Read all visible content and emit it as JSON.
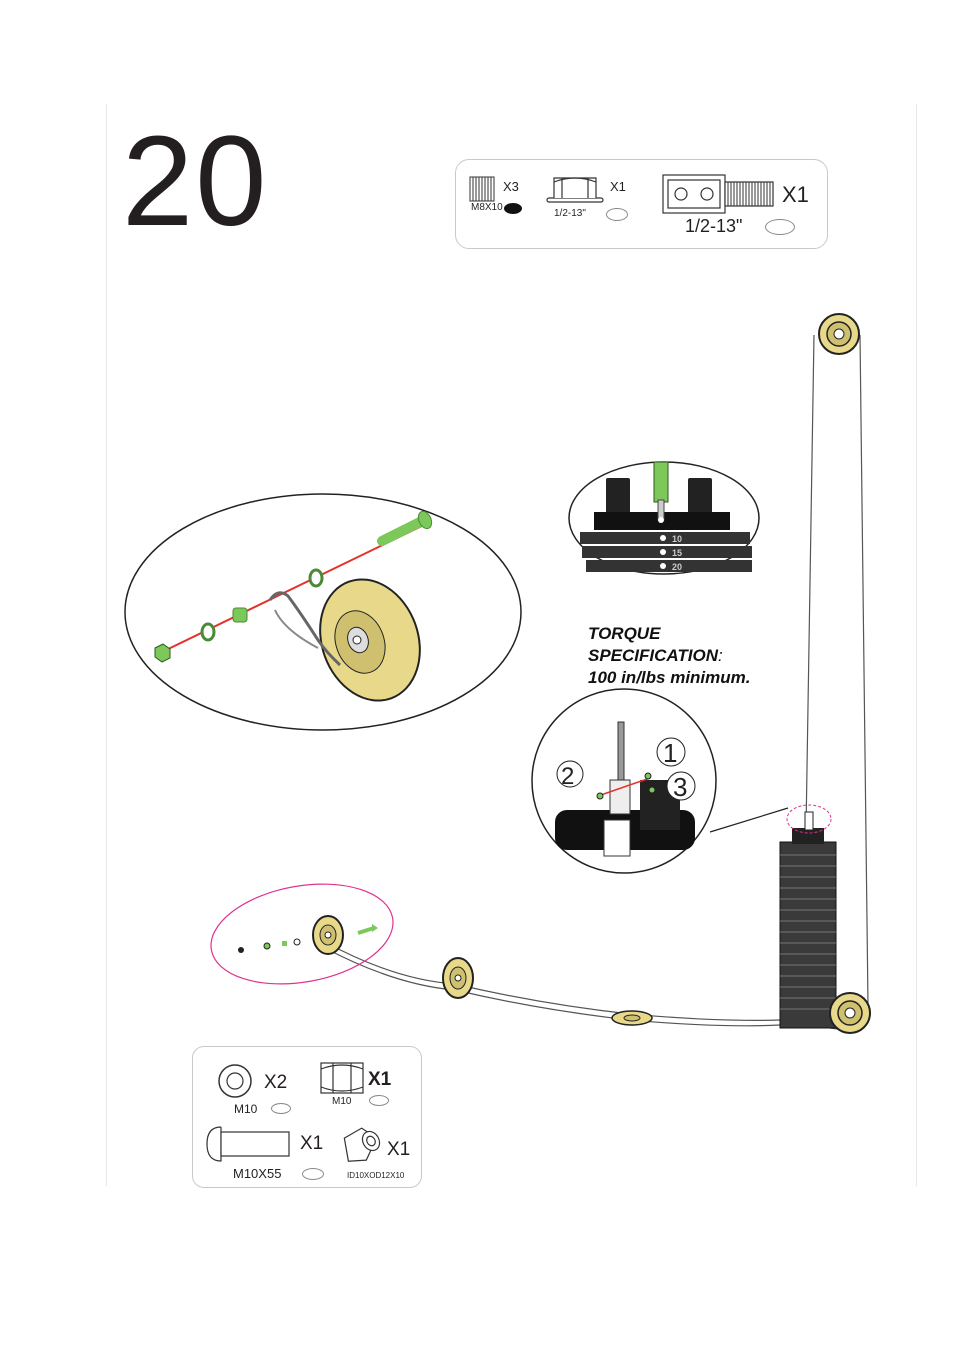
{
  "step": {
    "number": "20"
  },
  "top_parts": [
    {
      "name": "bolt",
      "size": "M8X10",
      "qty": "X3"
    },
    {
      "name": "hex-nut",
      "size": "1/2-13\"",
      "qty": "X1"
    },
    {
      "name": "threaded-adapter",
      "size": "1/2-13\"",
      "qty": "X1"
    }
  ],
  "torque": {
    "line1": "TORQUE",
    "line2": "SPECIFICATION",
    "line2_suffix": ":",
    "line3": "100 in/lbs  minimum."
  },
  "weight_labels": [
    "10",
    "15",
    "20"
  ],
  "callouts": [
    "1",
    "2",
    "3"
  ],
  "bottom_parts": [
    {
      "name": "washer",
      "size": "M10",
      "qty": "X2"
    },
    {
      "name": "nut",
      "size": "M10",
      "qty": "X1"
    },
    {
      "name": "bolt",
      "size": "M10X55",
      "qty": "X1"
    },
    {
      "name": "spacer",
      "size": "ID10XOD12X10",
      "qty": "X1"
    }
  ],
  "colors": {
    "pulley_yellow": "#e8d98a",
    "hardware_green": "#7cc85a",
    "axis_red": "#e4322b",
    "highlight_magenta": "#e0338f",
    "weight_dark": "#3a3a3a"
  }
}
